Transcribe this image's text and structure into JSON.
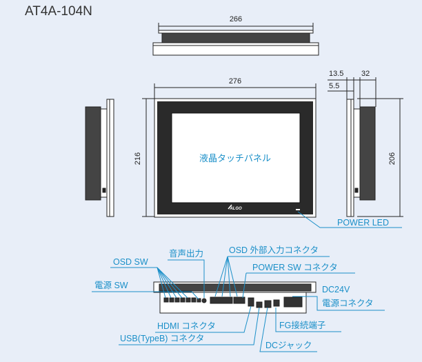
{
  "model_title": "AT4A-104N",
  "logo_text": "ALGO",
  "screen_label": "液晶タッチパネル",
  "dimensions": {
    "top_width": "266",
    "front_width": "276",
    "front_height": "216",
    "side_depth_1": "13.5",
    "side_depth_2": "32",
    "side_depth_3": "5.5",
    "side_height": "206"
  },
  "callouts": {
    "power_led": "POWER LED",
    "audio_out": "音声出力",
    "osd_ext_input": "OSD 外部入力コネクタ",
    "osd_sw": "OSD SW",
    "power_sw_connector": "POWER SW コネクタ",
    "power_sw": "電源 SW",
    "dc24v_line1": "DC24V",
    "dc24v_line2": "電源コネクタ",
    "hdmi": "HDMI コネクタ",
    "fg_terminal": "FG接続端子",
    "usb": "USB(TypeB) コネクタ",
    "dc_jack": "DCジャック"
  },
  "colors": {
    "background": "#e8eef8",
    "callout": "#1a8fc8",
    "drawing": "#222222"
  }
}
